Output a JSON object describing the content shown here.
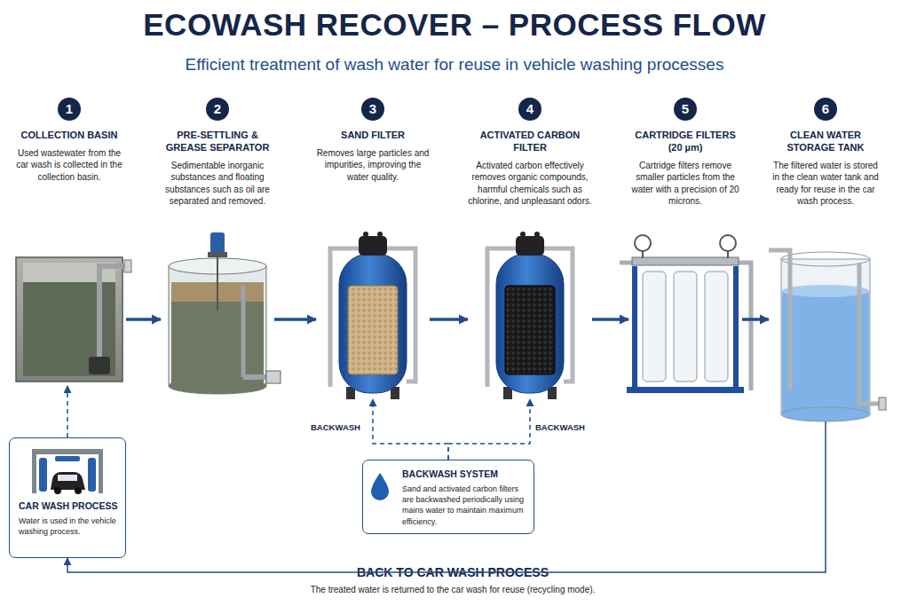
{
  "diagram": {
    "title": "ECOWASH RECOVER – PROCESS FLOW",
    "nodes": [
      {
        "text": [
          "1",
          "COLLECTION BASIN",
          "Used wastewater from the car wash is collected in the collection basin."
        ]
      },
      {
        "text": [
          "2",
          "PRE-SETTLING & GREASE SEPARATOR",
          "Sedimentable inorganic substances and floating substances such as oil are separated and removed."
        ]
      },
      {
        "text": [
          "3",
          "SAND FILTER",
          "Removes large particles and impurities, improving the water quality."
        ]
      },
      {
        "text": [
          "4",
          "ACTIVATED CARBON FILTER",
          "Activated carbon effectively removes organic compounds, harmful chemicals such as chlorine, and unpleasant odors."
        ]
      },
      {
        "text": [
          "5",
          "CARTRIDGE FILTERS (20 µm)",
          "Cartridge filters remove smaller particles from the water with a precision of 20 microns."
        ]
      },
      {
        "text": [
          "6",
          "CLEAN WATER STORAGE TANK",
          "The filtered water is stored in the clean water tank and ready for reuse in the car wash process."
        ]
      },
      {
        "text": [
          "CAR WASH PROCESS",
          "Water is used in the vehicle washing process."
        ]
      },
      {
        "text": [
          "BACKWASH SYSTEM",
          "Sand and activated carbon filters are backwashed periodically using mains water to maintain maximum efficiency."
        ]
      }
    ],
    "edges": [
      {
        "from": 0,
        "to": 1,
        "arrow": "to"
      },
      {
        "from": 1,
        "to": 2,
        "arrow": "to"
      },
      {
        "from": 2,
        "to": 3,
        "arrow": "to"
      },
      {
        "from": 3,
        "to": 4,
        "arrow": "to"
      },
      {
        "from": 4,
        "to": 5,
        "arrow": "to"
      },
      {
        "from": 6,
        "to": 0,
        "arrow": "to"
      },
      {
        "from": 7,
        "to": 2,
        "label": "BACKWASH",
        "arrow": "to"
      },
      {
        "from": 7,
        "to": 3,
        "label": "BACKWASH",
        "arrow": "to"
      },
      {
        "from": 5,
        "to": 6,
        "label": "BACK TO CAR WASH PROCESS",
        "arrow": "to"
      }
    ],
    "labels": [
      "Efficient treatment of wash water for reuse in vehicle washing processes",
      "The treated water is returned to the car wash for reuse (recycling mode)."
    ]
  }
}
